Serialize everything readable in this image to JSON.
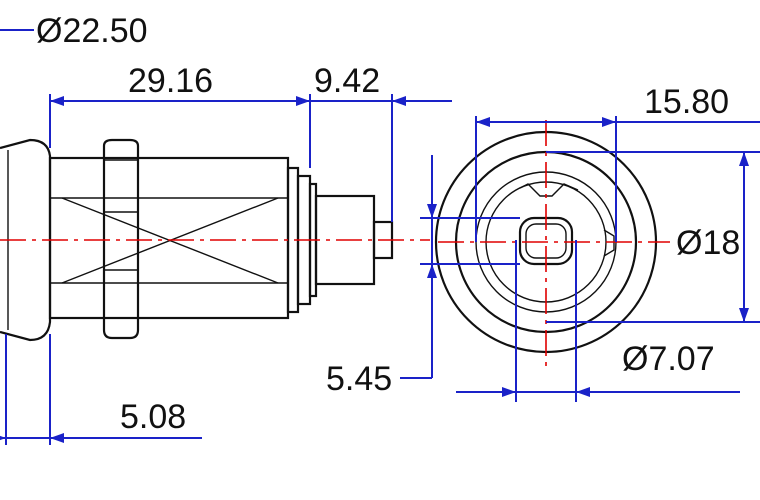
{
  "dimensions": {
    "overall_diameter": "Ø22.50",
    "body_length": "29.16",
    "plug_length": "9.42",
    "width_across_flats": "15.80",
    "face_diameter": "Ø18",
    "bore_diameter": "Ø7.07",
    "key_offset": "5.45",
    "flange_thickness": "5.08"
  },
  "colors": {
    "outline": "#111111",
    "dimension_lines": "#1a22c8",
    "center_lines": "#e00000"
  }
}
